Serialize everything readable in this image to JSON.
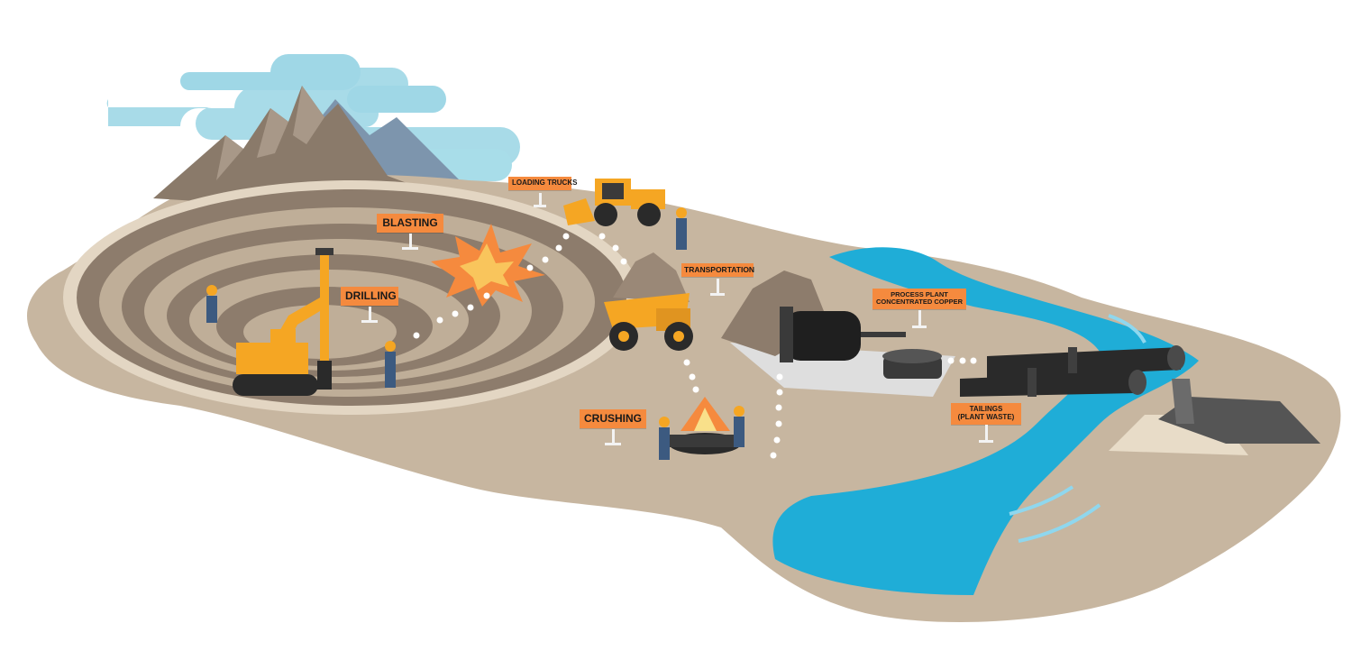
{
  "diagram": {
    "labels": {
      "loading_trucks": "LOADING TRUCKS",
      "blasting": "BLASTING",
      "drilling": "DRILLING",
      "transportation": "TRANSPORTATION",
      "process_plant_line1": "PROCESS PLANT",
      "process_plant_line2": "CONCENTRATED COPPER",
      "crushing": "CRUSHING",
      "tailings_line1": "TAILINGS",
      "tailings_line2": "(PLANT WASTE)"
    },
    "colors": {
      "ground": "#c7b6a0",
      "pit_stripe_dark": "#8d7c6c",
      "pit_stripe_light": "#bfae98",
      "mountain": "#8a7a6a",
      "mountain_back": "#7d95ad",
      "cloud": "#9fd7e6",
      "water": "#1fadd7",
      "sign": "#f58a3e",
      "machine_yellow": "#f5a623",
      "pipe": "#2a2a2a",
      "dots": "#ffffff"
    }
  }
}
